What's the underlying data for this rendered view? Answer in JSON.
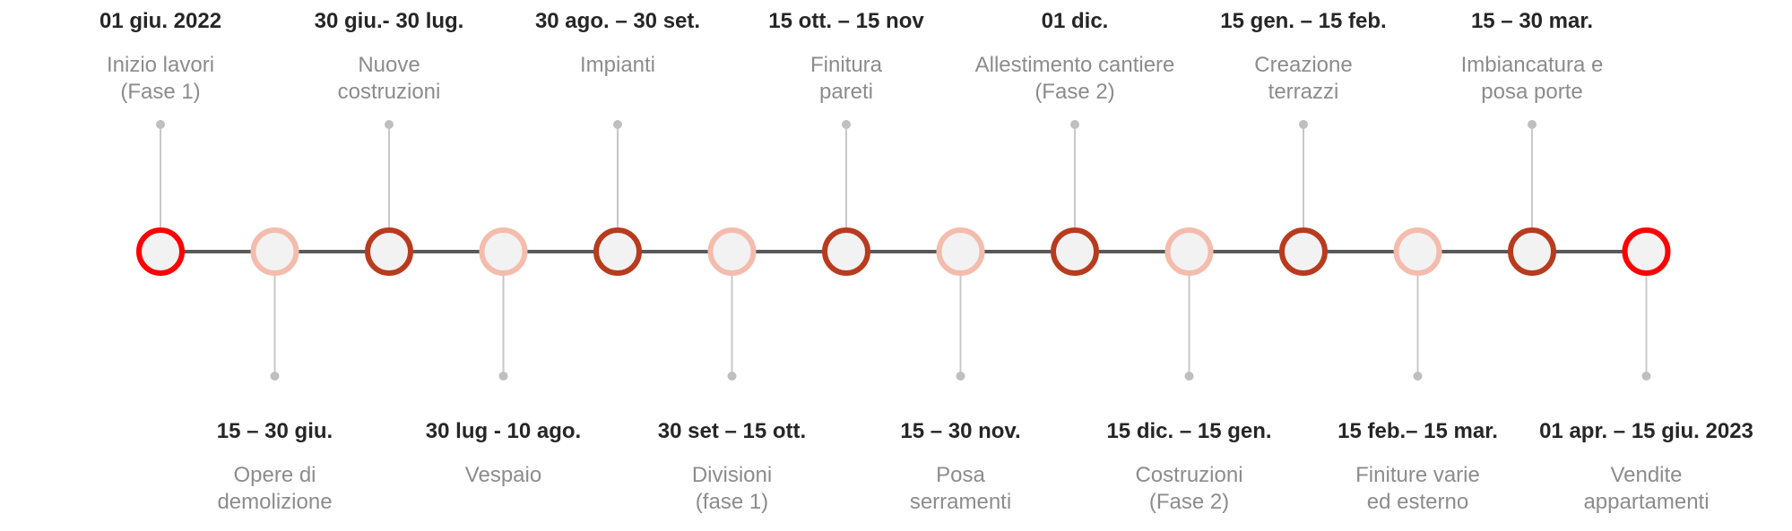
{
  "milestones": [
    {
      "date": "01 giu. 2022",
      "label": "Inizio lavori\n(Fase 1)",
      "pos": "top",
      "kind": "end"
    },
    {
      "date": "15 – 30 giu.",
      "label": "Opere di\ndemolizione",
      "pos": "bottom",
      "kind": "light"
    },
    {
      "date": "30 giu.- 30 lug.",
      "label": "Nuove\ncostruzioni",
      "pos": "top",
      "kind": "dark"
    },
    {
      "date": "30 lug - 10 ago.",
      "label": "Vespaio",
      "pos": "bottom",
      "kind": "light"
    },
    {
      "date": "30 ago. – 30 set.",
      "label": "Impianti",
      "pos": "top",
      "kind": "dark"
    },
    {
      "date": "30 set – 15 ott.",
      "label": "Divisioni\n(fase 1)",
      "pos": "bottom",
      "kind": "light"
    },
    {
      "date": "15 ott. – 15 nov",
      "label": "Finitura\npareti",
      "pos": "top",
      "kind": "dark"
    },
    {
      "date": "15 – 30 nov.",
      "label": "Posa\nserramenti",
      "pos": "bottom",
      "kind": "light"
    },
    {
      "date": "01 dic.",
      "label": "Allestimento cantiere\n(Fase 2)",
      "pos": "top",
      "kind": "dark"
    },
    {
      "date": "15 dic. – 15 gen.",
      "label": "Costruzioni\n(Fase 2)",
      "pos": "bottom",
      "kind": "light"
    },
    {
      "date": "15 gen. – 15 feb.",
      "label": "Creazione\nterrazzi",
      "pos": "top",
      "kind": "dark"
    },
    {
      "date": "15 feb.– 15 mar.",
      "label": "Finiture varie\ned esterno",
      "pos": "bottom",
      "kind": "light"
    },
    {
      "date": "15 – 30 mar.",
      "label": "Imbiancatura e\nposa porte",
      "pos": "top",
      "kind": "dark"
    },
    {
      "date": "01 apr. – 15 giu. 2023",
      "label": "Vendite\nappartamenti",
      "pos": "bottom",
      "kind": "end"
    }
  ],
  "colors": {
    "axis": "#595959",
    "connector": "#c8c8c8",
    "dot": "#bfbfbf",
    "node_fill": "#f2f2f2",
    "end": "#ff0000",
    "dark": "#b83b1e",
    "light": "#f4bcad"
  }
}
